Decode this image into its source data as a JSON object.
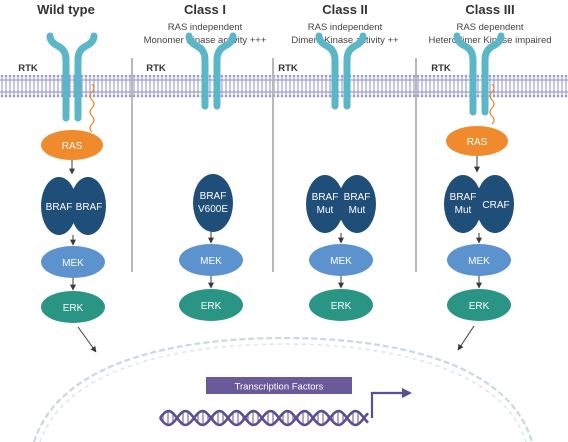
{
  "colors": {
    "receptor": "#5bb7c7",
    "membrane": "#9b9bd1",
    "ras": "#ef8b2c",
    "raf": "#1f4e79",
    "mek": "#5c93cf",
    "erk": "#2b9585",
    "tf_box": "#6a5a9a",
    "dna": "#5d4e92",
    "nucleus": "#c9d7e6",
    "divider": "#b8b8b8",
    "arrow": "#3a3a3a"
  },
  "panels": [
    {
      "title": "Wild type",
      "subtitle_1": "",
      "subtitle_2": "",
      "rtk": "RTK",
      "ras": "RAS",
      "raf_left": "BRAF",
      "raf_right": "BRAF",
      "mek": "MEK",
      "erk": "ERK"
    },
    {
      "title": "Class I",
      "subtitle_1": "RAS independent",
      "subtitle_2": "Monomer Kinase activity +++",
      "rtk": "RTK",
      "raf_line1": "BRAF",
      "raf_line2": "V600E",
      "mek": "MEK",
      "erk": "ERK"
    },
    {
      "title": "Class II",
      "subtitle_1": "RAS independent",
      "subtitle_2": "Dimers Kinase activity ++",
      "rtk": "RTK",
      "raf_left_1": "BRAF",
      "raf_left_2": "Mut",
      "raf_right_1": "BRAF",
      "raf_right_2": "Mut",
      "mek": "MEK",
      "erk": "ERK"
    },
    {
      "title": "Class III",
      "subtitle_1": "RAS dependent",
      "subtitle_2": "Heterodimer Kinase impaired",
      "rtk": "RTK",
      "ras": "RAS",
      "raf_left_1": "BRAF",
      "raf_left_2": "Mut",
      "raf_right": "CRAF",
      "mek": "MEK",
      "erk": "ERK"
    }
  ],
  "nucleus": {
    "transcription_label": "Transcription Factors"
  }
}
